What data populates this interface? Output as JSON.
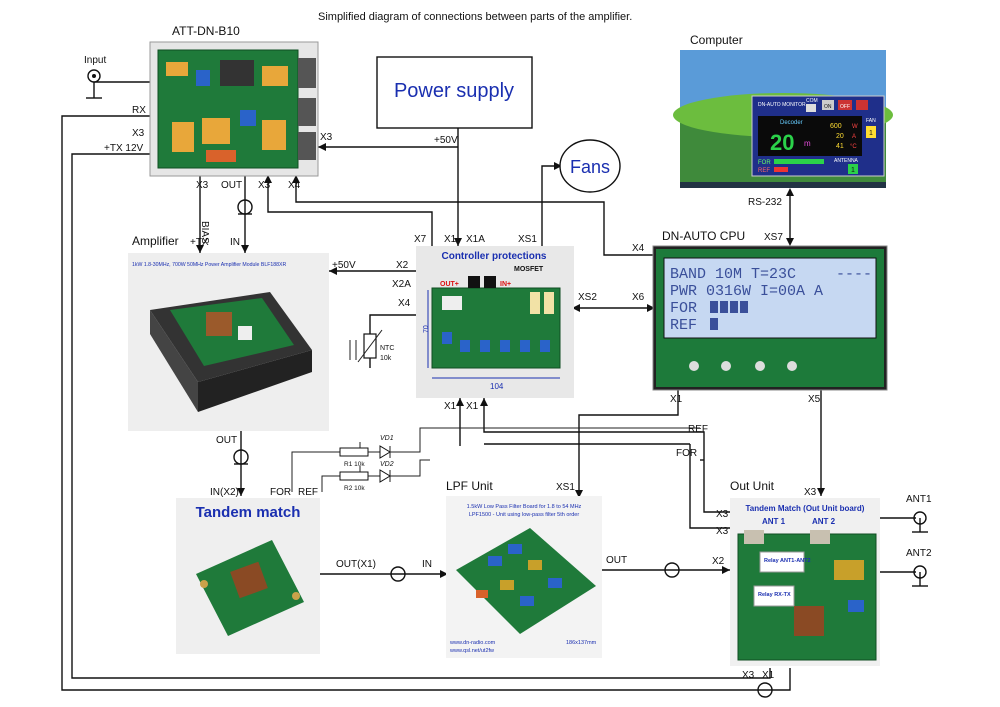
{
  "title": "Simplified diagram of connections between parts of the amplifier.",
  "blocks": {
    "att": {
      "name": "ATT-DN-B10",
      "pins": {
        "rx": "RX",
        "x3_left": "X3",
        "tx": "+TX 12V",
        "x3_right": "X3",
        "x3_b1": "X3",
        "out": "OUT",
        "x3_b2": "X3",
        "x4": "X4"
      }
    },
    "input": {
      "name": "Input"
    },
    "power": {
      "name": "Power supply",
      "out": "+50V"
    },
    "fans": {
      "name": "Fans"
    },
    "computer": {
      "name": "Computer",
      "link": "RS-232",
      "screen": {
        "title": "DN-AUTO MONITOR",
        "com": "COM",
        "on": "ON",
        "off": "OFF",
        "band_label": "Decoder",
        "big": "20",
        "unit": "m",
        "w": "600",
        "w_u": "W",
        "a": "20",
        "a_u": "A",
        "t": "41",
        "t_u": "°C",
        "for": "FOR",
        "ref": "REF",
        "antenna": "ANTENNA",
        "ant_num": "1",
        "fan": "FAN",
        "fan_num": "1"
      }
    },
    "cpu": {
      "name": "DN-AUTO CPU",
      "pins": {
        "x4": "X4",
        "xs7": "XS7",
        "x6": "X6",
        "x1": "X1",
        "x5": "X5"
      },
      "lcd": {
        "l1": "BAND  10M  T=23C",
        "l1b": "----",
        "l2": "PWR 0316W  I=00A  A",
        "l3": "FOR",
        "l4": "REF"
      }
    },
    "amplifier": {
      "name": "Amplifier",
      "tx": "+TX",
      "in": "IN",
      "bias": "BIAS",
      "v50": "+50V",
      "out": "OUT",
      "caption": "1kW 1.8-30MHz, 700W 50MHz Power Amplifier Module BLF188XR"
    },
    "controller": {
      "name": "Controller protections",
      "mosfet": "MOSFET",
      "outp": "OUT+",
      "inp": "IN+",
      "pins": {
        "x7": "X7",
        "x1": "X1",
        "x1a": "X1A",
        "xs1": "XS1",
        "x2": "X2",
        "x2a": "X2A",
        "x4": "X4",
        "xs2": "XS2",
        "x1b": "X1",
        "x1c": "X1"
      },
      "dim_h": "70",
      "dim_w": "104"
    },
    "ntc": {
      "name": "NTC",
      "value": "10k"
    },
    "detector": {
      "vd1": "VD1",
      "vd2": "VD2",
      "r1": "R1 10k",
      "r2": "R2 10k"
    },
    "tandem": {
      "name": "Tandem match",
      "in": "IN(X2)",
      "for": "FOR",
      "ref": "REF",
      "out": "OUT(X1)"
    },
    "lpf": {
      "name": "LPF Unit",
      "xs1": "XS1",
      "in": "IN",
      "out": "OUT",
      "caption1": "1.5kW Low Pass Filter Board for 1.8 to 54 MHz",
      "caption2": "LPF1500 - Unit using low-pass filter 5th order",
      "web1": "www.dn-radio.com",
      "web2": "www.qsl.net/ut2fw",
      "size": "186x137mm"
    },
    "outunit": {
      "name": "Out Unit",
      "caption": "Tandem Match (Out Unit board)",
      "ant1": "ANT 1",
      "ant2": "ANT 2",
      "relay1": "Relay ANT1-ANT2",
      "relay2": "Relay RX-TX",
      "pins": {
        "x3_top": "X3",
        "x3_l1": "X3",
        "x3_l2": "X3",
        "x2": "X2",
        "x3_b": "X3",
        "x1_b": "X1"
      }
    },
    "ant1": {
      "name": "ANT1"
    },
    "ant2": {
      "name": "ANT2"
    }
  },
  "wires": {
    "ref": "REF",
    "for": "FOR"
  },
  "colors": {
    "caption_blue": "#1a2fb0",
    "pcb_green": "#1f7a3a",
    "lcd_blue": "#c6d8f2"
  }
}
